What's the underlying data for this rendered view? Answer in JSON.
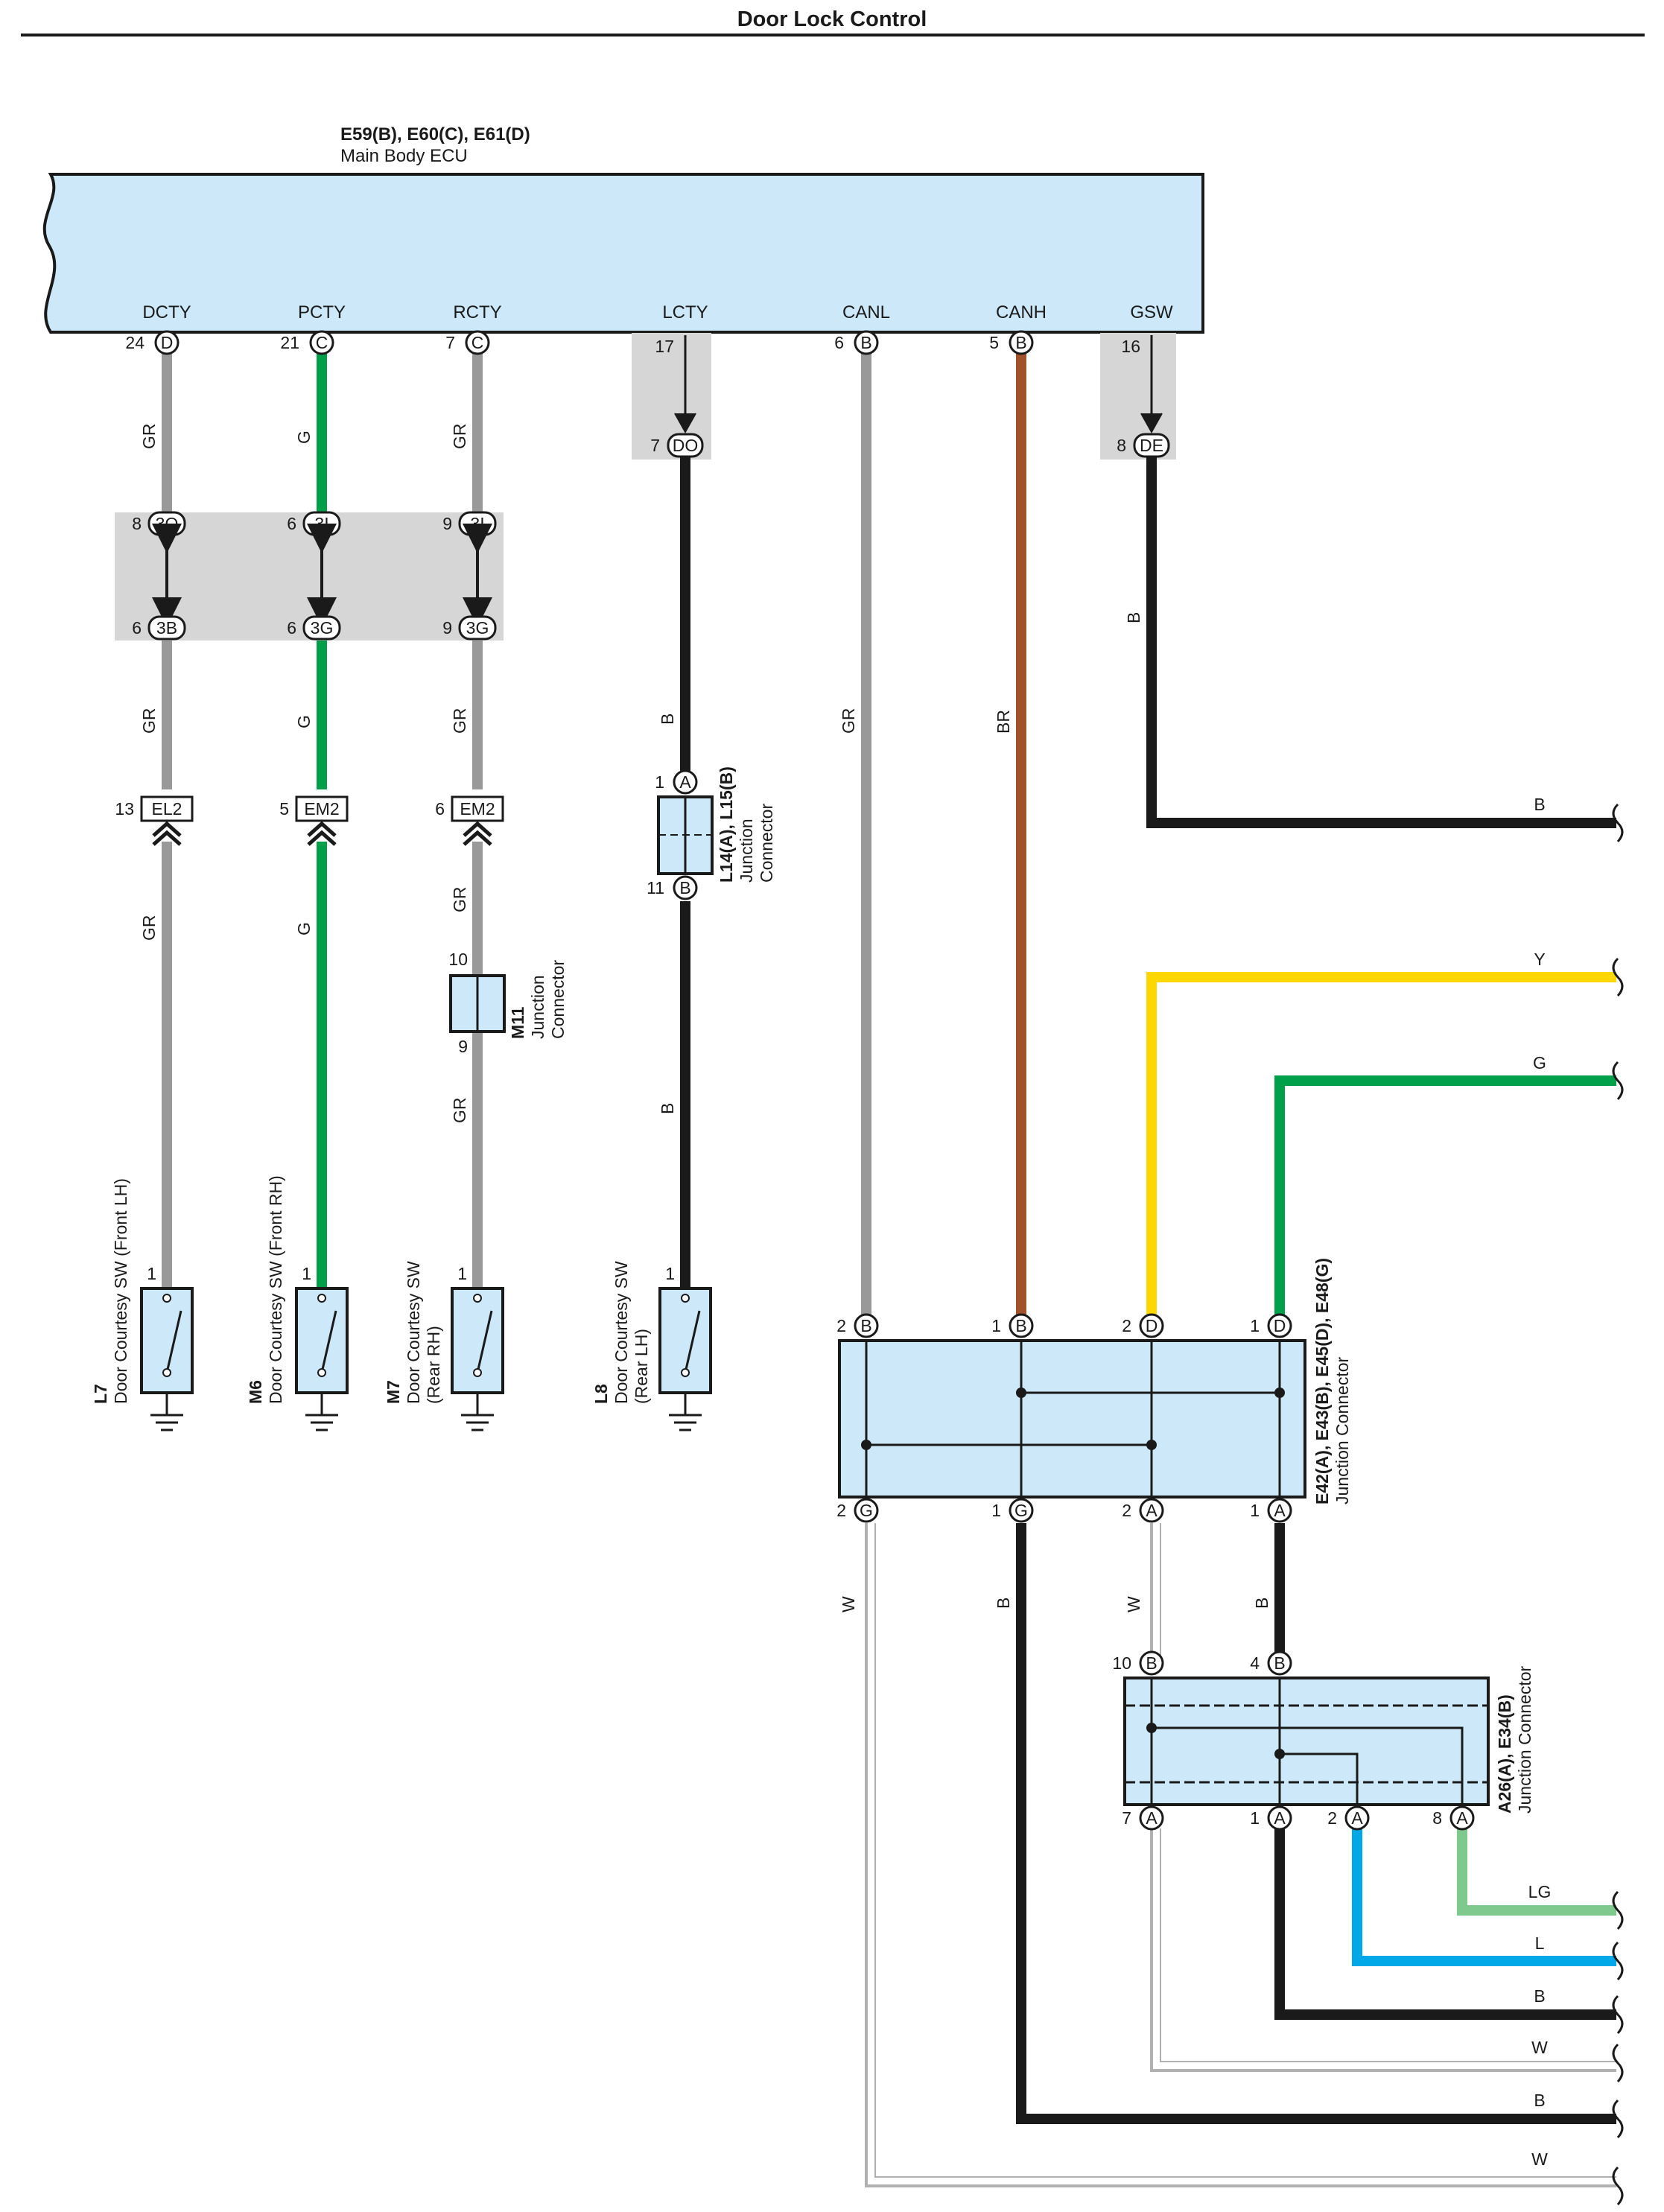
{
  "title": "Door Lock Control",
  "ecu": {
    "codes": "E59(B), E60(C), E61(D)",
    "name": "Main Body ECU"
  },
  "pins": {
    "dcty": {
      "label": "DCTY",
      "num": "24",
      "conn": "D"
    },
    "pcty": {
      "label": "PCTY",
      "num": "21",
      "conn": "C"
    },
    "rcty": {
      "label": "RCTY",
      "num": "7",
      "conn": "C"
    },
    "lcty": {
      "label": "LCTY",
      "num": "17",
      "conn": "DO",
      "num2": "7"
    },
    "canl": {
      "label": "CANL",
      "num": "6",
      "conn": "B"
    },
    "canh": {
      "label": "CANH",
      "num": "5",
      "conn": "B"
    },
    "gsw": {
      "label": "GSW",
      "num": "16",
      "conn": "DE",
      "num2": "8"
    }
  },
  "junction_block": {
    "c1": {
      "top_num": "8",
      "top": "3Q",
      "bot_num": "6",
      "bot": "3B"
    },
    "c2": {
      "top_num": "6",
      "top": "3I",
      "bot_num": "6",
      "bot": "3G"
    },
    "c3": {
      "top_num": "9",
      "top": "3I",
      "bot_num": "9",
      "bot": "3G"
    }
  },
  "inline": {
    "c1": {
      "num": "13",
      "code": "EL2"
    },
    "c2": {
      "num": "5",
      "code": "EM2"
    },
    "c3": {
      "num": "6",
      "code": "EM2"
    }
  },
  "m11": {
    "code": "M11",
    "type_1": "Junction",
    "type_2": "Connector",
    "pin_top": "10",
    "pin_bot": "9"
  },
  "l14": {
    "code": "L14(A), L15(B)",
    "type_1": "Junction",
    "type_2": "Connector",
    "pin_top": "1",
    "conn_top": "A",
    "pin_bot": "11",
    "conn_bot": "B"
  },
  "switches": {
    "l7": {
      "code": "L7",
      "name_1": "Door Courtesy SW (Front LH)",
      "name_2": "",
      "pin": "1"
    },
    "m6": {
      "code": "M6",
      "name_1": "Door Courtesy SW (Front RH)",
      "name_2": "",
      "pin": "1"
    },
    "m7": {
      "code": "M7",
      "name_1": "Door Courtesy SW",
      "name_2": "(Rear RH)",
      "pin": "1"
    },
    "l8": {
      "code": "L8",
      "name_1": "Door Courtesy SW",
      "name_2": "(Rear LH)",
      "pin": "1"
    }
  },
  "e42": {
    "code": "E42(A), E43(B), E45(D), E48(G)",
    "type": "Junction Connector",
    "top": [
      {
        "num": "2",
        "conn": "B"
      },
      {
        "num": "1",
        "conn": "B"
      },
      {
        "num": "2",
        "conn": "D"
      },
      {
        "num": "1",
        "conn": "D"
      }
    ],
    "bottom": [
      {
        "num": "2",
        "conn": "G"
      },
      {
        "num": "1",
        "conn": "G"
      },
      {
        "num": "2",
        "conn": "A"
      },
      {
        "num": "1",
        "conn": "A"
      }
    ]
  },
  "a26": {
    "code": "A26(A), E34(B)",
    "type": "Junction Connector",
    "top": [
      {
        "num": "10",
        "conn": "B"
      },
      {
        "num": "4",
        "conn": "B"
      }
    ],
    "bottom": [
      {
        "num": "7",
        "conn": "A"
      },
      {
        "num": "1",
        "conn": "A"
      },
      {
        "num": "2",
        "conn": "A"
      },
      {
        "num": "8",
        "conn": "A"
      }
    ]
  },
  "wire_labels": {
    "dcty_1": "GR",
    "dcty_2": "GR",
    "dcty_3": "GR",
    "pcty_1": "G",
    "pcty_2": "G",
    "pcty_3": "G",
    "rcty_1": "GR",
    "rcty_2": "GR",
    "rcty_3": "GR",
    "rcty_4": "GR",
    "lcty_1": "B",
    "lcty_2": "B",
    "canl": "GR",
    "canh": "BR",
    "gsw_v": "B",
    "gsw_h": "B",
    "y_h": "Y",
    "g_h": "G",
    "e42_g2": "W",
    "e42_g1": "B",
    "e42_a2": "W",
    "e42_a1": "B",
    "lg": "LG",
    "l": "L",
    "b1": "B",
    "w1": "W",
    "b2": "B",
    "w2": "W"
  },
  "colors": {
    "gray": "#999999",
    "green": "#00a04a",
    "brown": "#a0522d",
    "black": "#1a1a1a",
    "yellow": "#ffd700",
    "blue": "#00a8e8",
    "lightgreen": "#7fc98f",
    "white_wire": "#b0b0b0",
    "box_fill": "#cde9f9",
    "shade": "#d6d6d6"
  }
}
